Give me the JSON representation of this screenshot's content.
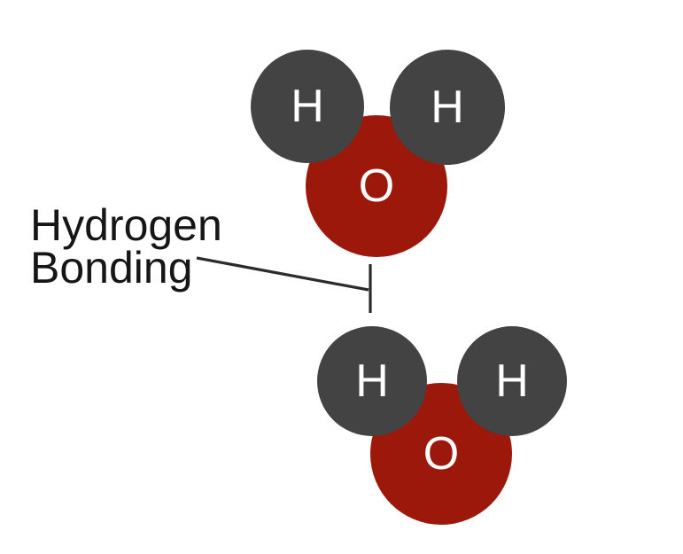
{
  "label": {
    "line1": "Hydrogen",
    "line2": "Bonding"
  },
  "molecules": {
    "top": {
      "oxygen_label": "O",
      "hydrogen_left_label": "H",
      "hydrogen_right_label": "H"
    },
    "bottom": {
      "oxygen_label": "O",
      "hydrogen_left_label": "H",
      "hydrogen_right_label": "H"
    }
  },
  "colors": {
    "oxygen": "#9b180b",
    "hydrogen": "#434343",
    "atom_letter": "#ffffff",
    "label_text": "#161616",
    "connector_line": "#2b2b2b",
    "background": "#ffffff"
  }
}
